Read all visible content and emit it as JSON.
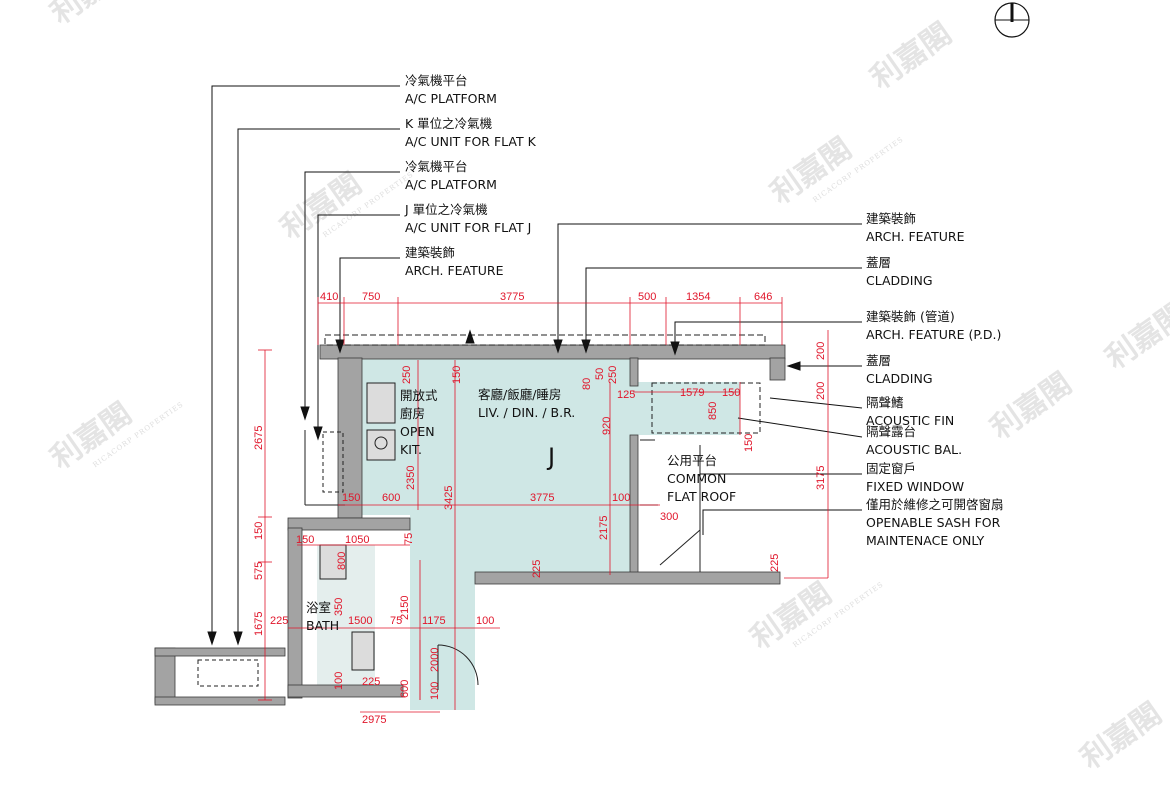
{
  "flat_letter": "J",
  "rooms": {
    "kitchen": [
      "開放式",
      "廚房",
      "OPEN",
      "KIT."
    ],
    "living": [
      "客廳/飯廳/睡房",
      "LIV. / DIN. / B.R."
    ],
    "bath": [
      "浴室",
      "BATH"
    ],
    "common_roof": [
      "公用平台",
      "COMMON",
      "FLAT ROOF"
    ]
  },
  "callouts_left": [
    [
      "冷氣機平台",
      "A/C PLATFORM"
    ],
    [
      "K 單位之冷氣機",
      "A/C UNIT FOR FLAT K"
    ],
    [
      "冷氣機平台",
      "A/C PLATFORM"
    ],
    [
      "J 單位之冷氣機",
      "A/C UNIT FOR FLAT J"
    ],
    [
      "建築裝飾",
      "ARCH. FEATURE"
    ]
  ],
  "callouts_right": [
    [
      "建築裝飾",
      "ARCH. FEATURE"
    ],
    [
      "蓋層",
      "CLADDING"
    ],
    [
      "建築裝飾 (管道)",
      "ARCH. FEATURE (P.D.)"
    ],
    [
      "蓋層",
      "CLADDING"
    ],
    [
      "隔聲鰭",
      "ACOUSTIC FIN"
    ],
    [
      "隔聲露台",
      "ACOUSTIC BAL."
    ],
    [
      "固定窗戶",
      "FIXED WINDOW"
    ],
    [
      "僅用於維修之可開啓窗扇",
      "OPENABLE SASH FOR",
      "MAINTENACE ONLY"
    ]
  ],
  "dimensions": {
    "top_410": "410",
    "top_750": "750",
    "top_3775": "3775",
    "top_500": "500",
    "top_1354": "1354",
    "top_646": "646",
    "d250": "250",
    "d150a": "150",
    "d80": "80",
    "d50": "50",
    "d250b": "250",
    "d125": "125",
    "d1579": "1579",
    "d150b": "150",
    "d850": "850",
    "d150c": "150",
    "d920": "920",
    "d3425": "3425",
    "d2350": "2350",
    "d2175": "2175",
    "d150d": "150",
    "d600": "600",
    "d3775b": "3775",
    "d100a": "100",
    "d300": "300",
    "d2675": "2675",
    "d575": "575",
    "d150e": "150",
    "d150f": "150",
    "d1050": "1050",
    "d75a": "75",
    "d800": "800",
    "d2150": "2150",
    "d225a": "225",
    "d1675": "1675",
    "d225b": "225",
    "d350": "350",
    "d1500": "1500",
    "d75b": "75",
    "d1175": "1175",
    "d100b": "100",
    "d2000": "2000",
    "d100c": "100",
    "d225c": "225",
    "d600b": "600",
    "d100d": "100",
    "d2975": "2975",
    "d3175": "3175",
    "d200a": "200",
    "d200b": "200",
    "d225d": "225"
  },
  "watermark": {
    "brand": "利嘉閣",
    "sub": "RICACORP PROPERTIES"
  },
  "colors": {
    "floor": "#cfe7e5",
    "wall": "#a3a3a3",
    "dim": "#e0152a",
    "line": "#111111"
  }
}
